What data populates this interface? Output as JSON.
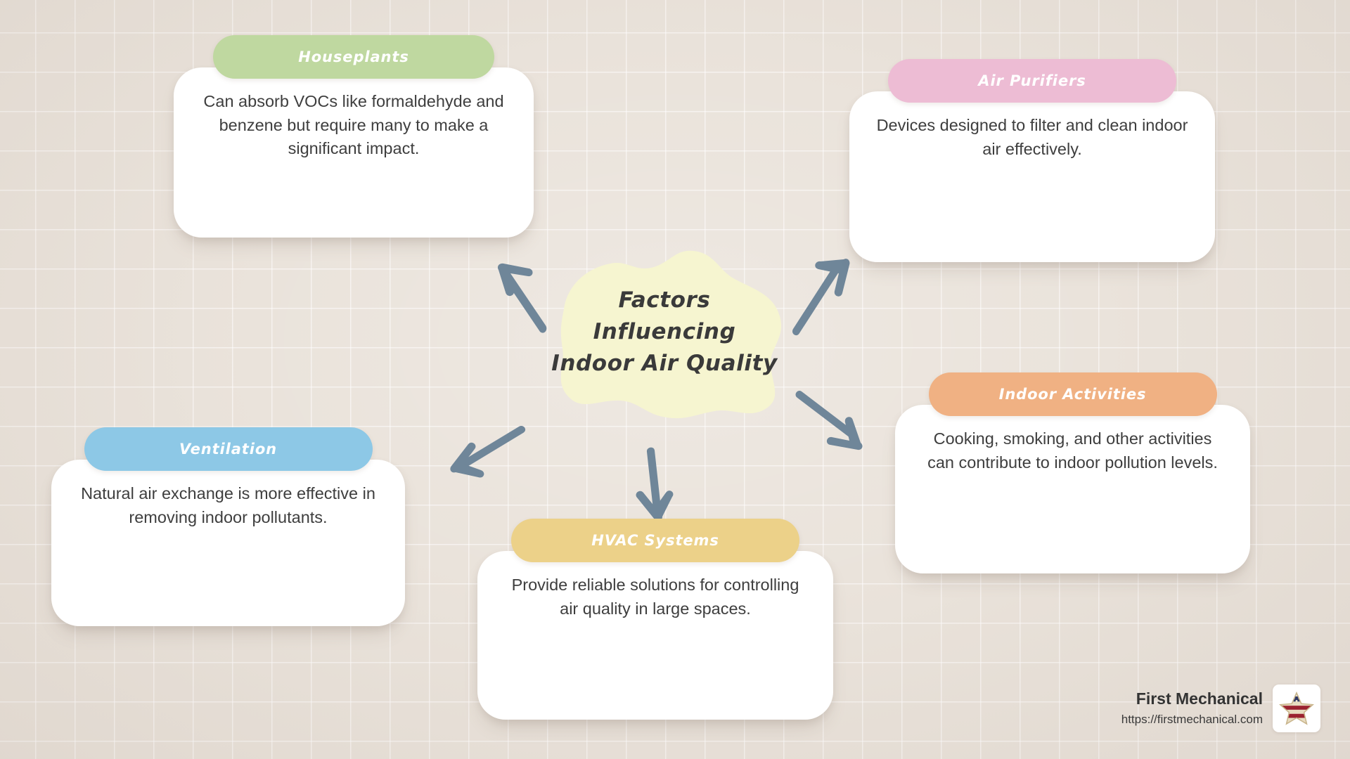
{
  "center": {
    "line1": "Factors",
    "line2": "Influencing",
    "line3": "Indoor Air Quality",
    "blob_color": "#f6f5d0",
    "text_color": "#3a3a3a"
  },
  "arrow_color": "#6f8699",
  "background": {
    "color": "#eae3db",
    "grid_line_color": "#ffffff"
  },
  "cards": [
    {
      "id": "houseplants",
      "title": "Houseplants",
      "description": "Can absorb VOCs like formaldehyde and benzene but require many to make a significant impact.",
      "header_color": "#bfd8a0",
      "body_color": "#ffffff"
    },
    {
      "id": "airpurifiers",
      "title": "Air Purifiers",
      "description": "Devices designed to filter and clean indoor air effectively.",
      "header_color": "#edbcd4",
      "body_color": "#ffffff"
    },
    {
      "id": "indooractivities",
      "title": "Indoor Activities",
      "description": "Cooking, smoking, and other activities can contribute to indoor pollution levels.",
      "header_color": "#f0b183",
      "body_color": "#ffffff"
    },
    {
      "id": "ventilation",
      "title": "Ventilation",
      "description": "Natural air exchange is more effective in removing indoor pollutants.",
      "header_color": "#8dc8e6",
      "body_color": "#ffffff"
    },
    {
      "id": "hvac",
      "title": "HVAC Systems",
      "description": "Provide reliable solutions for controlling air quality in large spaces.",
      "header_color": "#ecd189",
      "body_color": "#ffffff"
    }
  ],
  "arrows": [
    {
      "name": "arrow-to-houseplants",
      "direction": "up-left"
    },
    {
      "name": "arrow-to-air-purifiers",
      "direction": "up-right"
    },
    {
      "name": "arrow-to-indoor-activities",
      "direction": "down-right"
    },
    {
      "name": "arrow-to-ventilation",
      "direction": "down-left"
    },
    {
      "name": "arrow-to-hvac-systems",
      "direction": "down"
    }
  ],
  "branding": {
    "name": "First Mechanical",
    "url": "https://firstmechanical.com",
    "logo": "american-flag-star-icon"
  }
}
